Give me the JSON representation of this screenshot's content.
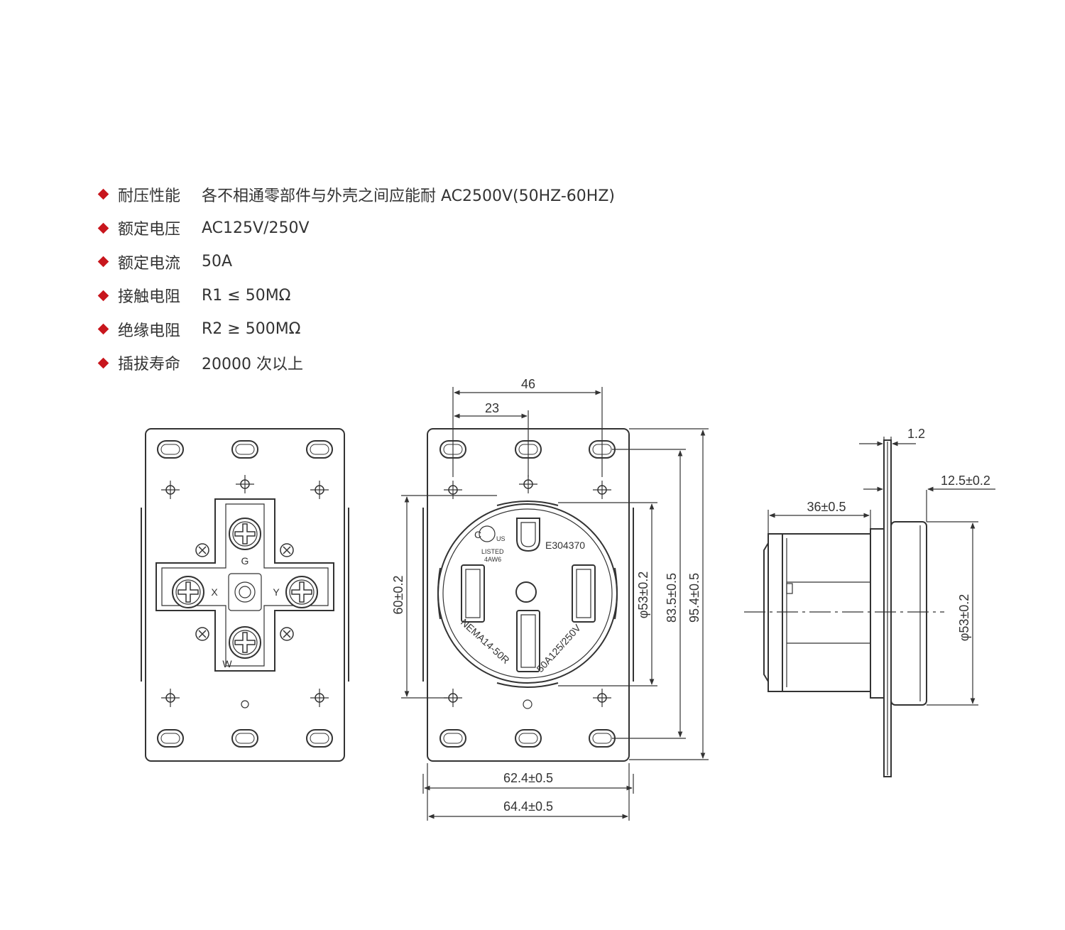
{
  "specs": [
    {
      "label": "耐压性能",
      "value": "各不相通零部件与外壳之间应能耐 AC2500V(50HZ-60HZ)"
    },
    {
      "label": "额定电压",
      "value": "AC125V/250V"
    },
    {
      "label": "额定电流",
      "value": "50A"
    },
    {
      "label": "接触电阻",
      "value": "R1 ≤ 50MΩ"
    },
    {
      "label": "绝缘电阻",
      "value": "R2 ≥ 500MΩ"
    },
    {
      "label": "插拔寿命",
      "value": "20000 次以上"
    }
  ],
  "colors": {
    "bullet": "#c8161d",
    "line": "#333333"
  },
  "back_view": {
    "terminals": {
      "g": "G",
      "x": "X",
      "y": "Y",
      "w": "W"
    }
  },
  "front_view": {
    "dims": {
      "width_top": "46",
      "half_width": "23",
      "inner_width": "62.4±0.5",
      "outer_width": "64.4±0.5",
      "height_left": "60±0.2",
      "diameter": "φ53±0.2",
      "height_mid": "83.5±0.5",
      "height_full": "95.4±0.5"
    },
    "marks": {
      "cert": "E304370",
      "listed": "LISTED",
      "listed_sub": "4AW6",
      "model": "NEMA14-50R",
      "rating": "50A125/250V",
      "c_mark": "C",
      "us_mark": "US"
    }
  },
  "side_view": {
    "dims": {
      "thickness": "1.2",
      "flange": "12.5±0.2",
      "depth": "36±0.5",
      "diameter": "φ53±0.2"
    }
  }
}
